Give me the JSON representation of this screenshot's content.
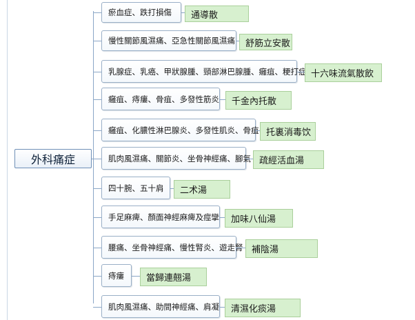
{
  "root": {
    "label": "外科痛症"
  },
  "rows": [
    {
      "node": "瘀血症、跌打損傷",
      "leaf": "通導散"
    },
    {
      "node": "慢性關節風濕痛、亞急性關節風濕痛",
      "leaf": "舒筋立安散"
    },
    {
      "node": "乳腺症、乳癌、甲狀腺腫、頸部淋巴腺腫、癰疽、粳打症",
      "leaf": "十六味流氣散飲"
    },
    {
      "node": "癰疽、痔瘻、骨疽、多發性筋炎",
      "leaf": "千金內托散"
    },
    {
      "node": "癰疽、化膿性淋巴腺炎、多發性肌炎、骨疽",
      "leaf": "托裏消毒饮"
    },
    {
      "node": "肌肉風濕痛、關節炎、坐骨神經痛、腳氣",
      "leaf": "疏經活血湯"
    },
    {
      "node": "四十腕、五十肩",
      "leaf": "二术湯"
    },
    {
      "node": "手足麻痺、顏面神經麻痺及痙攣",
      "leaf": "加味八仙湯"
    },
    {
      "node": "腰痛、坐骨神經痛、慢性腎炎、遊走腎",
      "leaf": "補陰湯"
    },
    {
      "node": "痔瘻",
      "leaf": "當歸連翹湯"
    },
    {
      "node": "肌肉風濕痛、助間神經痛、肩凝",
      "leaf": "清濕化痰湯"
    }
  ]
}
